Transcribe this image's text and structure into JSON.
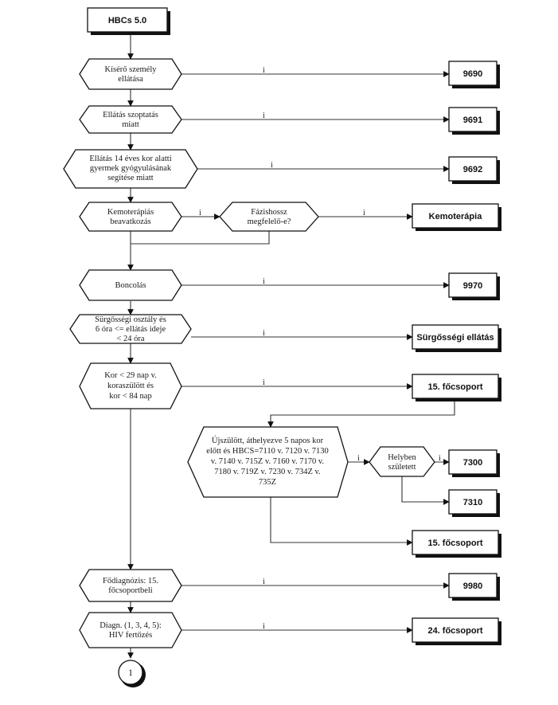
{
  "start": "HBCs 5.0",
  "yes": "i",
  "decisions": {
    "d1": [
      "Kísérő személy",
      "ellátása"
    ],
    "d2": [
      "Ellátás szoptatás",
      "miatt"
    ],
    "d3": [
      "Ellátás 14 éves kor alatti",
      "gyermek gyógyulásának",
      "segítése miatt"
    ],
    "d4": [
      "Kemoterápiás",
      "beavatkozás"
    ],
    "d4b": [
      "Fázishossz",
      "megfelelő-e?"
    ],
    "d5": [
      "Boncolás"
    ],
    "d6": [
      "Sürgősségi osztály és",
      "6 óra <= ellátás ideje",
      "< 24 óra"
    ],
    "d7": [
      "Kor < 29 nap v.",
      "koraszülött és",
      "kor < 84 nap"
    ],
    "d8": [
      "Újszülött, áthelyezve 5 napos kor",
      "előtt és HBCS=7110 v. 7120 v. 7130",
      "v. 7140 v. 715Z v. 7160 v. 7170 v.",
      "7180 v. 719Z v. 7230 v. 734Z v.",
      "735Z"
    ],
    "d8b": [
      "Helyben",
      "született"
    ],
    "d9": [
      "Fődiagnózis: 15.",
      "főcsoportbeli"
    ],
    "d10": [
      "Diagn. (1, 3, 4, 5):",
      "HIV fertőzés"
    ]
  },
  "results": {
    "r1": "9690",
    "r2": "9691",
    "r3": "9692",
    "r4": "Kemoterápia",
    "r5": "9970",
    "r6": "Sürgősségi ellátás",
    "r7": "15. főcsoport",
    "r8a": "7300",
    "r8b": "7310",
    "r8c": "15. főcsoport",
    "r9": "9980",
    "r10": "24. főcsoport"
  },
  "connector": "1"
}
